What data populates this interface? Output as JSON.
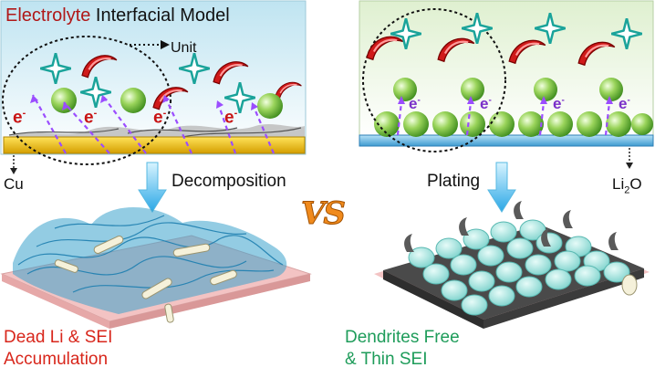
{
  "left_panel": {
    "title_red": "Electrolyte",
    "title_rest": " Interfacial Model",
    "unit_label": "Unit",
    "substrate_label": "Cu",
    "electron": "e",
    "electron_charge": "-"
  },
  "right_panel": {
    "substrate_label_main": "Li",
    "substrate_label_sub": "2",
    "substrate_label_end": "O",
    "electron": "e",
    "electron_charge": "-"
  },
  "arrows": {
    "left_process": "Decomposition",
    "right_process": "Plating"
  },
  "vs_label": "VS",
  "outcomes": {
    "left_line1": "Dead Li & SEI",
    "left_line2": "Accumulation",
    "right_line1": "Dendrites Free",
    "right_line2": "& Thin SEI"
  },
  "colors": {
    "left_outcome": "#d8261b",
    "right_outcome": "#1e9c5a",
    "vs": "#f08a1c",
    "copper": "#f2c200",
    "li2o": "#5ab0e0"
  }
}
